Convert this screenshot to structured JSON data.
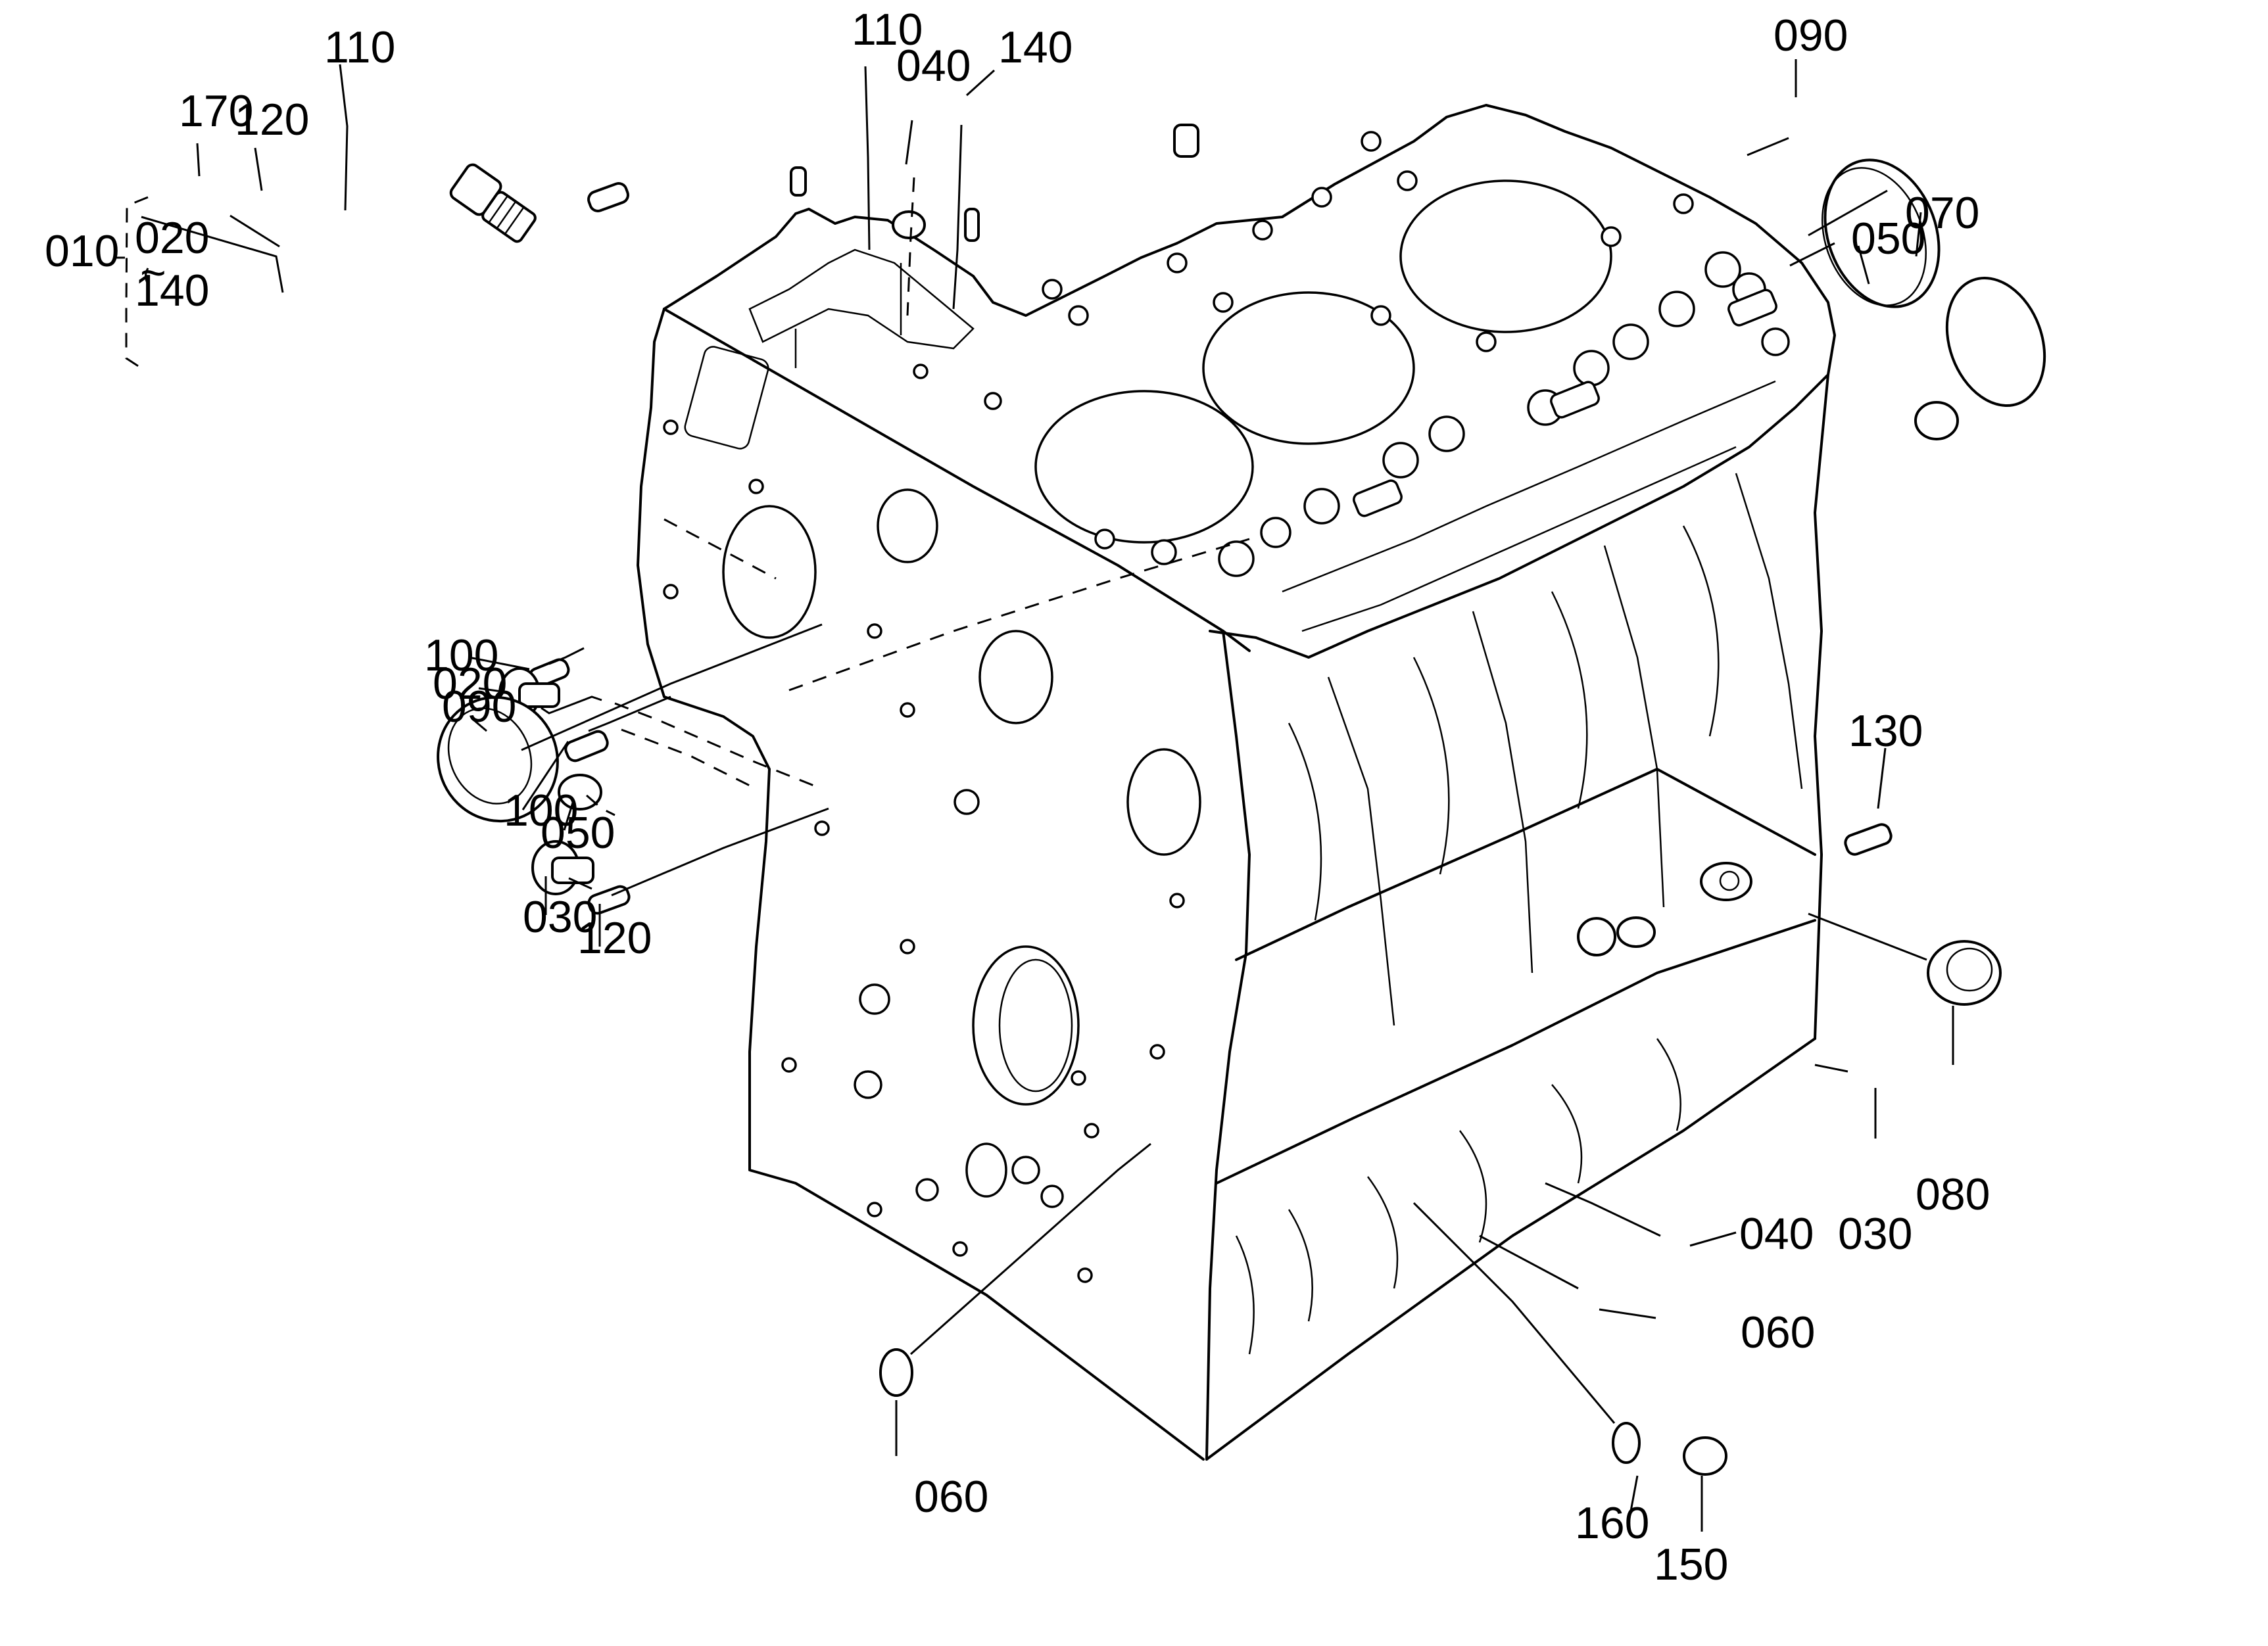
{
  "diagram": {
    "type": "exploded parts diagram",
    "subject": "engine cylinder block (crankcase) with plugs, pins and seals",
    "background_color": "#ffffff",
    "line_color": "#000000",
    "group_bracket": {
      "label": "010",
      "range_start": "020",
      "range_separator": "~",
      "range_end": "140"
    },
    "callouts": [
      {
        "id": "c-110-a",
        "label": "110",
        "part": "pin (top left)"
      },
      {
        "id": "c-110-b",
        "label": "110",
        "part": "pin (top center)"
      },
      {
        "id": "c-140-top",
        "label": "140",
        "part": "pipe pin (top)"
      },
      {
        "id": "c-040-top",
        "label": "040",
        "part": "plug (top)"
      },
      {
        "id": "c-090-top",
        "label": "090",
        "part": "plug (upper right)"
      },
      {
        "id": "c-170",
        "label": "170",
        "part": "fitting"
      },
      {
        "id": "c-120-top",
        "label": "120",
        "part": "pin (upper left)"
      },
      {
        "id": "c-070",
        "label": "070",
        "part": "plug (right)"
      },
      {
        "id": "c-050-right",
        "label": "050",
        "part": "plug (right)"
      },
      {
        "id": "c-100-a",
        "label": "100",
        "part": "pin (left upper)"
      },
      {
        "id": "c-020",
        "label": "020",
        "part": "plug (left)"
      },
      {
        "id": "c-090-left",
        "label": "090",
        "part": "oil seal (left)"
      },
      {
        "id": "c-100-b",
        "label": "100",
        "part": "pin (left lower)"
      },
      {
        "id": "c-050-left",
        "label": "050",
        "part": "plug (left)"
      },
      {
        "id": "c-030-left",
        "label": "030",
        "part": "plug (lower left)"
      },
      {
        "id": "c-120-bottom",
        "label": "120",
        "part": "pin (lower left)"
      },
      {
        "id": "c-130",
        "label": "130",
        "part": "pin (right)"
      },
      {
        "id": "c-080",
        "label": "080",
        "part": "oil seal (right)"
      },
      {
        "id": "c-040-bottom",
        "label": "040",
        "part": "plug (lower right)"
      },
      {
        "id": "c-030-right",
        "label": "030",
        "part": "plug (lower right)"
      },
      {
        "id": "c-060-right",
        "label": "060",
        "part": "cap (lower right)"
      },
      {
        "id": "c-060-bottom",
        "label": "060",
        "part": "cap (bottom)"
      },
      {
        "id": "c-160",
        "label": "160",
        "part": "gasket"
      },
      {
        "id": "c-150",
        "label": "150",
        "part": "drain plug"
      }
    ]
  }
}
